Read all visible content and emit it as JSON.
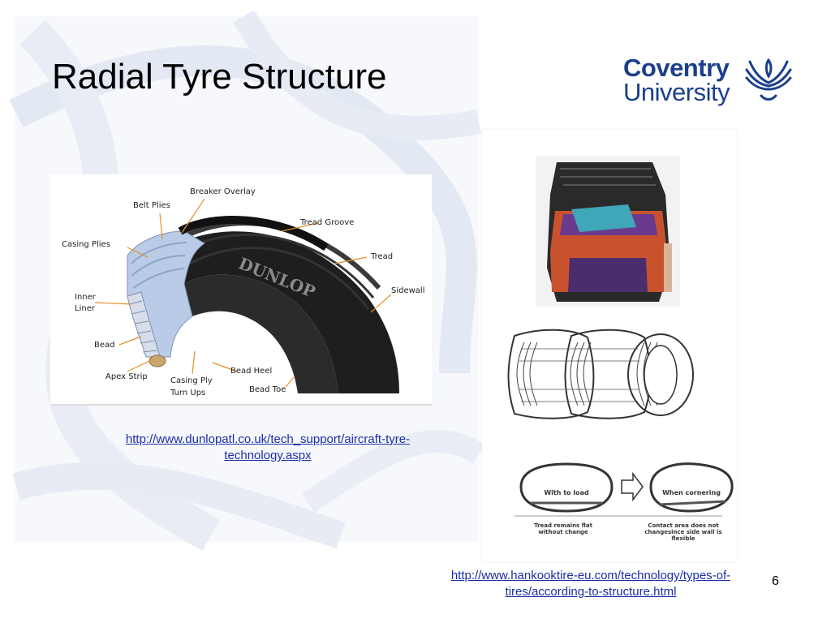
{
  "slide": {
    "title": "Radial Tyre Structure",
    "page_number": "6"
  },
  "logo": {
    "line1": "Coventry",
    "line2": "University",
    "icon": "phoenix-icon",
    "color": "#1c3f8c"
  },
  "tyre_diagram": {
    "labels": {
      "breaker_overlay": "Breaker Overlay",
      "belt_plies": "Belt Plies",
      "tread_groove": "Tread Groove",
      "casing_plies": "Casing Plies",
      "tread": "Tread",
      "inner_liner_1": "Inner",
      "inner_liner_2": "Liner",
      "sidewall": "Sidewall",
      "bead": "Bead",
      "bead_heel": "Bead Heel",
      "apex_strip": "Apex Strip",
      "casing_ply_1": "Casing Ply",
      "casing_ply_2": "Turn Ups",
      "bead_toe": "Bead Toe"
    },
    "brand": "DUNLOP"
  },
  "right_panel": {
    "load_label": "With to load",
    "cornering_label": "When cornering",
    "caption_left": "Tread remains flat without change",
    "caption_right": "Contact area does not changesince side wall is flexible"
  },
  "links": {
    "dunlop_line1": "http://www.dunlopatl.co.uk/tech_support/aircraft-tyre-",
    "dunlop_line2": "technology.aspx",
    "hankook_line1": "http://www.hankooktire-eu.com/technology/types-of-",
    "hankook_line2": "tires/according-to-structure.html"
  },
  "colors": {
    "link": "#1a2ea8",
    "background_swirl": "#e6ebf4"
  }
}
